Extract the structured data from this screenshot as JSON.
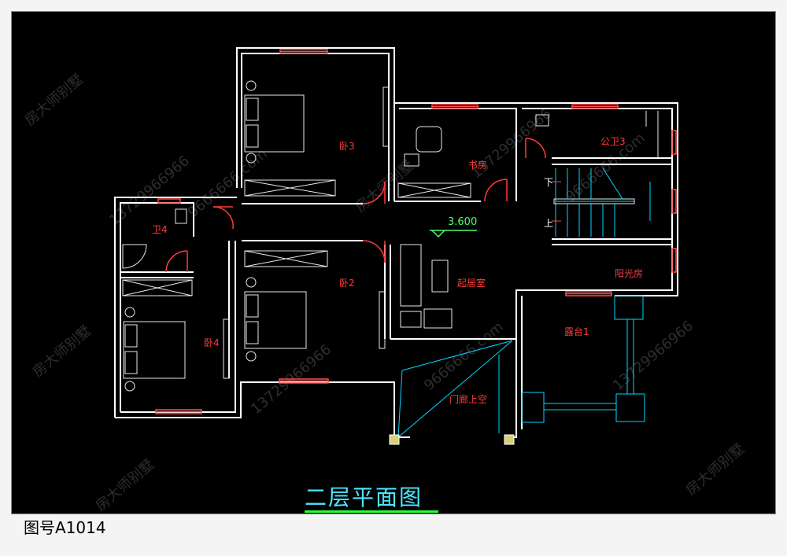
{
  "drawing_title": "二层平面图",
  "drawing_number": "图号A1014",
  "elevation": "3.600",
  "rooms": {
    "bedroom3": "卧3",
    "study": "书房",
    "bath3": "公卫3",
    "bath4": "卫4",
    "bedroom2": "卧2",
    "living": "起居室",
    "sunroom": "阳光房",
    "bedroom4": "卧4",
    "terrace1": "露台1",
    "porch_void": "门廊上空"
  },
  "stairs": {
    "down": "下",
    "up": "上"
  },
  "watermark": {
    "brand": "房大师别墅",
    "phone": "13729966966",
    "site": "9666666.com"
  },
  "colors": {
    "background": "#000000",
    "wall": "#ffffff",
    "window": "#ff4a4a",
    "door": "#ff3b3b",
    "furniture": "#e8e8e8",
    "stair": "#00d8ff",
    "title": "#4be8ff",
    "underline": "#29ff3a"
  }
}
